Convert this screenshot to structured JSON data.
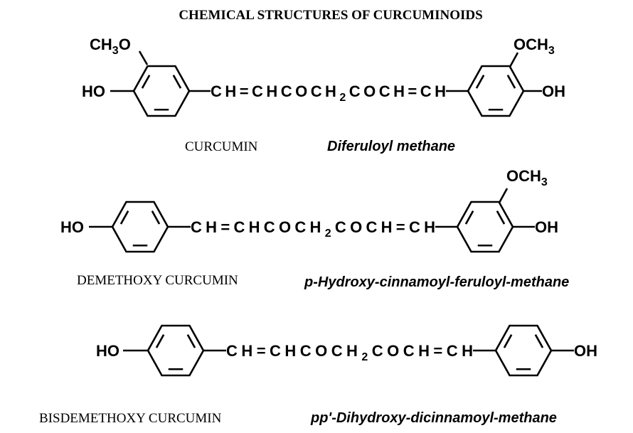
{
  "title": "CHEMICAL STRUCTURES OF CURCUMINOIDS",
  "groups": {
    "ho": "HO",
    "oh": "OH",
    "och3_pre": "OCH",
    "och3_sub": "3",
    "ch3o_pre": "CH",
    "ch3o_sub": "3",
    "ch3o_post": "O"
  },
  "chain": {
    "pre": "CH=CHCOCH",
    "sub": "2",
    "post": "COCH=CH"
  },
  "compounds": [
    {
      "name": "CURCUMIN",
      "synonym": "Diferuloyl methane"
    },
    {
      "name": "DEMETHOXY CURCUMIN",
      "synonym": "p-Hydroxy-cinnamoyl-feruloyl-methane"
    },
    {
      "name": "BISDEMETHOXY CURCUMIN",
      "synonym": "pp'-Dihydroxy-dicinnamoyl-methane"
    }
  ]
}
